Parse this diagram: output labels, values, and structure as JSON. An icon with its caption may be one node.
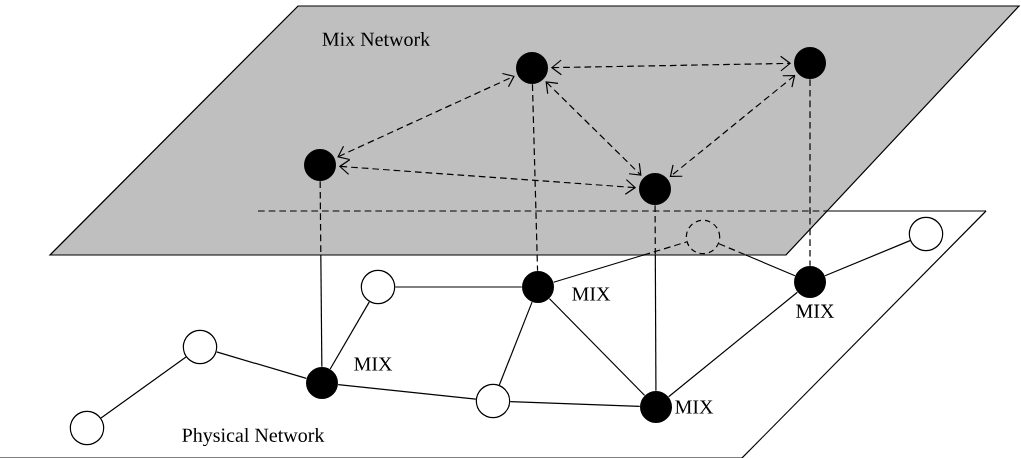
{
  "diagram": {
    "nodes": [
      {
        "text": [
          "Mix Network"
        ]
      },
      {
        "text": [
          "Physical Network"
        ]
      },
      {
        "text": [],
        "shape": "dot",
        "in": 0
      },
      {
        "text": [],
        "shape": "dot",
        "in": 0
      },
      {
        "text": [],
        "shape": "dot",
        "in": 0
      },
      {
        "text": [],
        "shape": "dot",
        "in": 0
      },
      {
        "text": [],
        "shape": "circle"
      },
      {
        "text": [],
        "shape": "circle",
        "in": 1
      },
      {
        "text": [],
        "shape": "dot",
        "in": 1,
        "beside": [
          "MIX"
        ]
      },
      {
        "text": [],
        "shape": "circle",
        "in": 1
      },
      {
        "text": [],
        "shape": "dot",
        "in": 1,
        "beside": [
          "MIX"
        ]
      },
      {
        "text": [],
        "shape": "circle",
        "in": 1
      },
      {
        "text": [],
        "shape": "dot",
        "in": 1,
        "beside": [
          "MIX"
        ]
      },
      {
        "text": [],
        "shape": "circle",
        "in": 1
      },
      {
        "text": [],
        "shape": "dot",
        "in": 1,
        "beside": [
          "MIX"
        ]
      },
      {
        "text": [],
        "shape": "circle",
        "in": 1
      }
    ],
    "edges": [
      {
        "from": 4,
        "to": 2,
        "arrow": "both",
        "style": "dashed"
      },
      {
        "from": 4,
        "to": 5,
        "arrow": "both",
        "style": "dashed"
      },
      {
        "from": 2,
        "to": 3,
        "arrow": "both",
        "style": "dashed"
      },
      {
        "from": 2,
        "to": 5,
        "arrow": "both",
        "style": "dashed"
      },
      {
        "from": 3,
        "to": 5,
        "arrow": "both",
        "style": "dashed"
      },
      {
        "from": 4,
        "to": 12,
        "arrow": "none"
      },
      {
        "from": 2,
        "to": 8,
        "arrow": "none",
        "style": "dashed"
      },
      {
        "from": 5,
        "to": 14,
        "arrow": "none"
      },
      {
        "from": 3,
        "to": 10,
        "arrow": "none",
        "style": "dashed"
      },
      {
        "from": 15,
        "to": 11,
        "arrow": "none"
      },
      {
        "from": 11,
        "to": 12,
        "arrow": "none"
      },
      {
        "from": 12,
        "to": 9,
        "arrow": "none"
      },
      {
        "from": 9,
        "to": 8,
        "arrow": "none"
      },
      {
        "from": 12,
        "to": 13,
        "arrow": "none"
      },
      {
        "from": 13,
        "to": 8,
        "arrow": "none"
      },
      {
        "from": 13,
        "to": 14,
        "arrow": "none"
      },
      {
        "from": 8,
        "to": 14,
        "arrow": "none"
      },
      {
        "from": 8,
        "to": 6,
        "arrow": "none"
      },
      {
        "from": 6,
        "to": 10,
        "arrow": "none"
      },
      {
        "from": 10,
        "to": 7,
        "arrow": "none"
      },
      {
        "from": 14,
        "to": 10,
        "arrow": "none"
      }
    ]
  }
}
